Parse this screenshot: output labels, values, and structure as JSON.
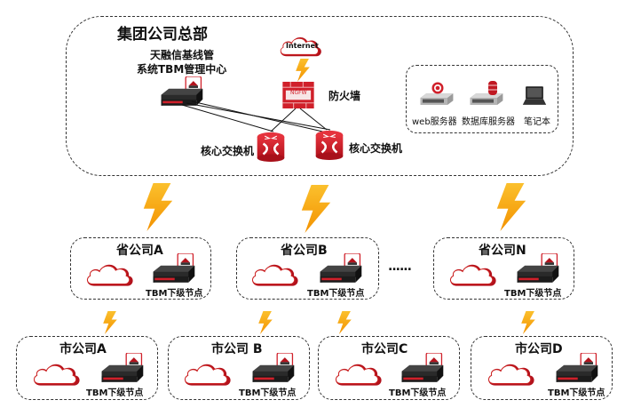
{
  "headquarters": {
    "title": "集团公司总部",
    "tbm_center_label_line1": "天融信基线管",
    "tbm_center_label_line2": "系统TBM管理中心",
    "internet_label": "Internet",
    "firewall_badge": "NGFW",
    "firewall_label": "防火墙",
    "core_switch_1_label": "核心交换机",
    "core_switch_2_label": "核心交换机",
    "servers": [
      {
        "label": "web服务器",
        "icon": "web-server-icon"
      },
      {
        "label": "数据库服务器",
        "icon": "database-server-icon"
      },
      {
        "label": "笔记本",
        "icon": "laptop-icon"
      }
    ]
  },
  "provinces": [
    {
      "title": "省公司A",
      "node_label": "TBM下级节点"
    },
    {
      "title": "省公司B",
      "node_label": "TBM下级节点"
    },
    {
      "title": "省公司N",
      "node_label": "TBM下级节点"
    }
  ],
  "ellipsis": "......",
  "cities": [
    {
      "title": "市公司A",
      "node_label": "TBM下级节点"
    },
    {
      "title": "市公司 B",
      "node_label": "TBM下级节点"
    },
    {
      "title": "市公司C",
      "node_label": "TBM下级节点"
    },
    {
      "title": "市公司D",
      "node_label": "TBM下级节点"
    }
  ],
  "colors": {
    "brand_red": "#d0202a",
    "bolt_orange": "#f6a81c",
    "dashed_border": "#333333"
  }
}
